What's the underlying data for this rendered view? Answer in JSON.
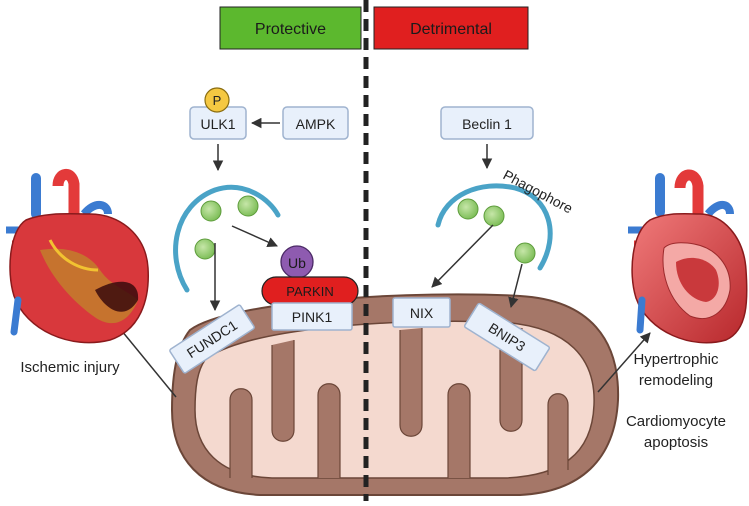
{
  "header": {
    "protective_label": "Protective",
    "detrimental_label": "Detrimental",
    "protective_color": "#5cb82e",
    "detrimental_color": "#e01f1f"
  },
  "protective": {
    "phospho_label": "P",
    "ulk1_label": "ULK1",
    "ampk_label": "AMPK",
    "ub_label": "Ub",
    "parkin_label": "PARKIN",
    "pink1_label": "PINK1",
    "fundc1_label": "FUNDC1"
  },
  "detrimental": {
    "beclin1_label": "Beclin 1",
    "phagophore_label": "Phagophore",
    "nix_label": "NIX",
    "bnip3_label": "BNIP3"
  },
  "left_outcome": {
    "label": "Ischemic injury"
  },
  "right_outcome": {
    "line1": "Hypertrophic",
    "line2": "remodeling",
    "line3": "Cardiomyocyte",
    "line4": "apoptosis"
  },
  "colors": {
    "box_fill": "#e8f0fb",
    "box_stroke": "#9fb3cf",
    "mito_outer": "#a57768",
    "mito_inner": "#f4d9cf",
    "phagophore": "#4aa3c7",
    "cargo": "#8dc96a"
  },
  "icons": [
    "heart-ischemic-icon",
    "heart-hypertrophic-icon",
    "mitochondrion-icon",
    "phagophore-icon"
  ]
}
